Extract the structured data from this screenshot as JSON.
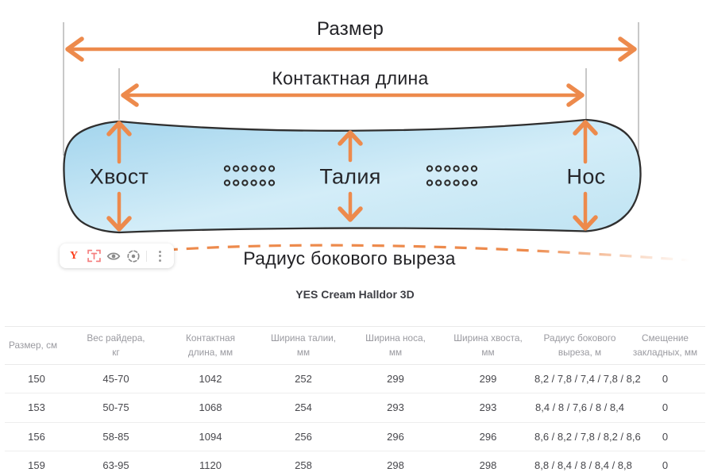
{
  "colors": {
    "arrow_orange": "#ED8A4C",
    "board_blue_light": "#A9D7EE",
    "board_outline": "#2f2f2f",
    "yandex_red": "#FC3F1D"
  },
  "diagram": {
    "labels": {
      "size": "Размер",
      "contact_length": "Контактная длина",
      "tail": "Хвост",
      "waist": "Талия",
      "nose": "Нос",
      "sidecut_radius": "Радиус бокового выреза"
    },
    "toolbar_icons": [
      "yandex-logo",
      "select-text",
      "eye",
      "search-lens",
      "more-menu"
    ]
  },
  "title": "YES Cream Halldor 3D",
  "table": {
    "headers": [
      "Размер, см",
      "Вес райдера,\nкг",
      "Контактная\nдлина, мм",
      "Ширина талии,\nмм",
      "Ширина носа,\nмм",
      "Ширина хвоста,\nмм",
      "Радиус бокового\nвыреза, м",
      "Смещение\nзакладных, мм"
    ],
    "rows": [
      [
        "150",
        "45-70",
        "1042",
        "252",
        "299",
        "299",
        "8,2 / 7,8 / 7,4 / 7,8 / 8,2",
        "0"
      ],
      [
        "153",
        "50-75",
        "1068",
        "254",
        "293",
        "293",
        "8,4 / 8 / 7,6 / 8 / 8,4",
        "0"
      ],
      [
        "156",
        "58-85",
        "1094",
        "256",
        "296",
        "296",
        "8,6 / 8,2 / 7,8 / 8,2 / 8,6",
        "0"
      ],
      [
        "159",
        "63-95",
        "1120",
        "258",
        "298",
        "298",
        "8,8 / 8,4 / 8 / 8,4 / 8,8",
        "0"
      ]
    ]
  }
}
